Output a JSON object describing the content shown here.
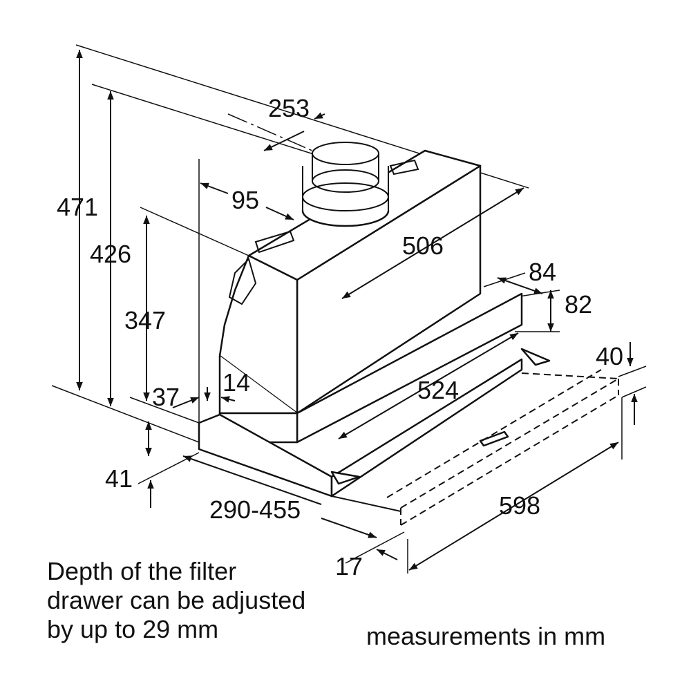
{
  "dimensions": {
    "height_total": "471",
    "height_426": "426",
    "height_347": "347",
    "chimney_offset": "253",
    "offset_95": "95",
    "depth_506": "506",
    "offset_84": "84",
    "height_82": "82",
    "height_40": "40",
    "gap_14": "14",
    "gap_37": "37",
    "depth_524": "524",
    "height_41": "41",
    "drawer_depth": "290-455",
    "width": "598",
    "offset_17": "17"
  },
  "notes": {
    "filter_line1": "Depth of the filter",
    "filter_line2": "drawer can be adjusted",
    "filter_line3": "by up to 29 mm",
    "units": "measurements in mm"
  },
  "colors": {
    "line": "#111111",
    "background": "#ffffff"
  }
}
